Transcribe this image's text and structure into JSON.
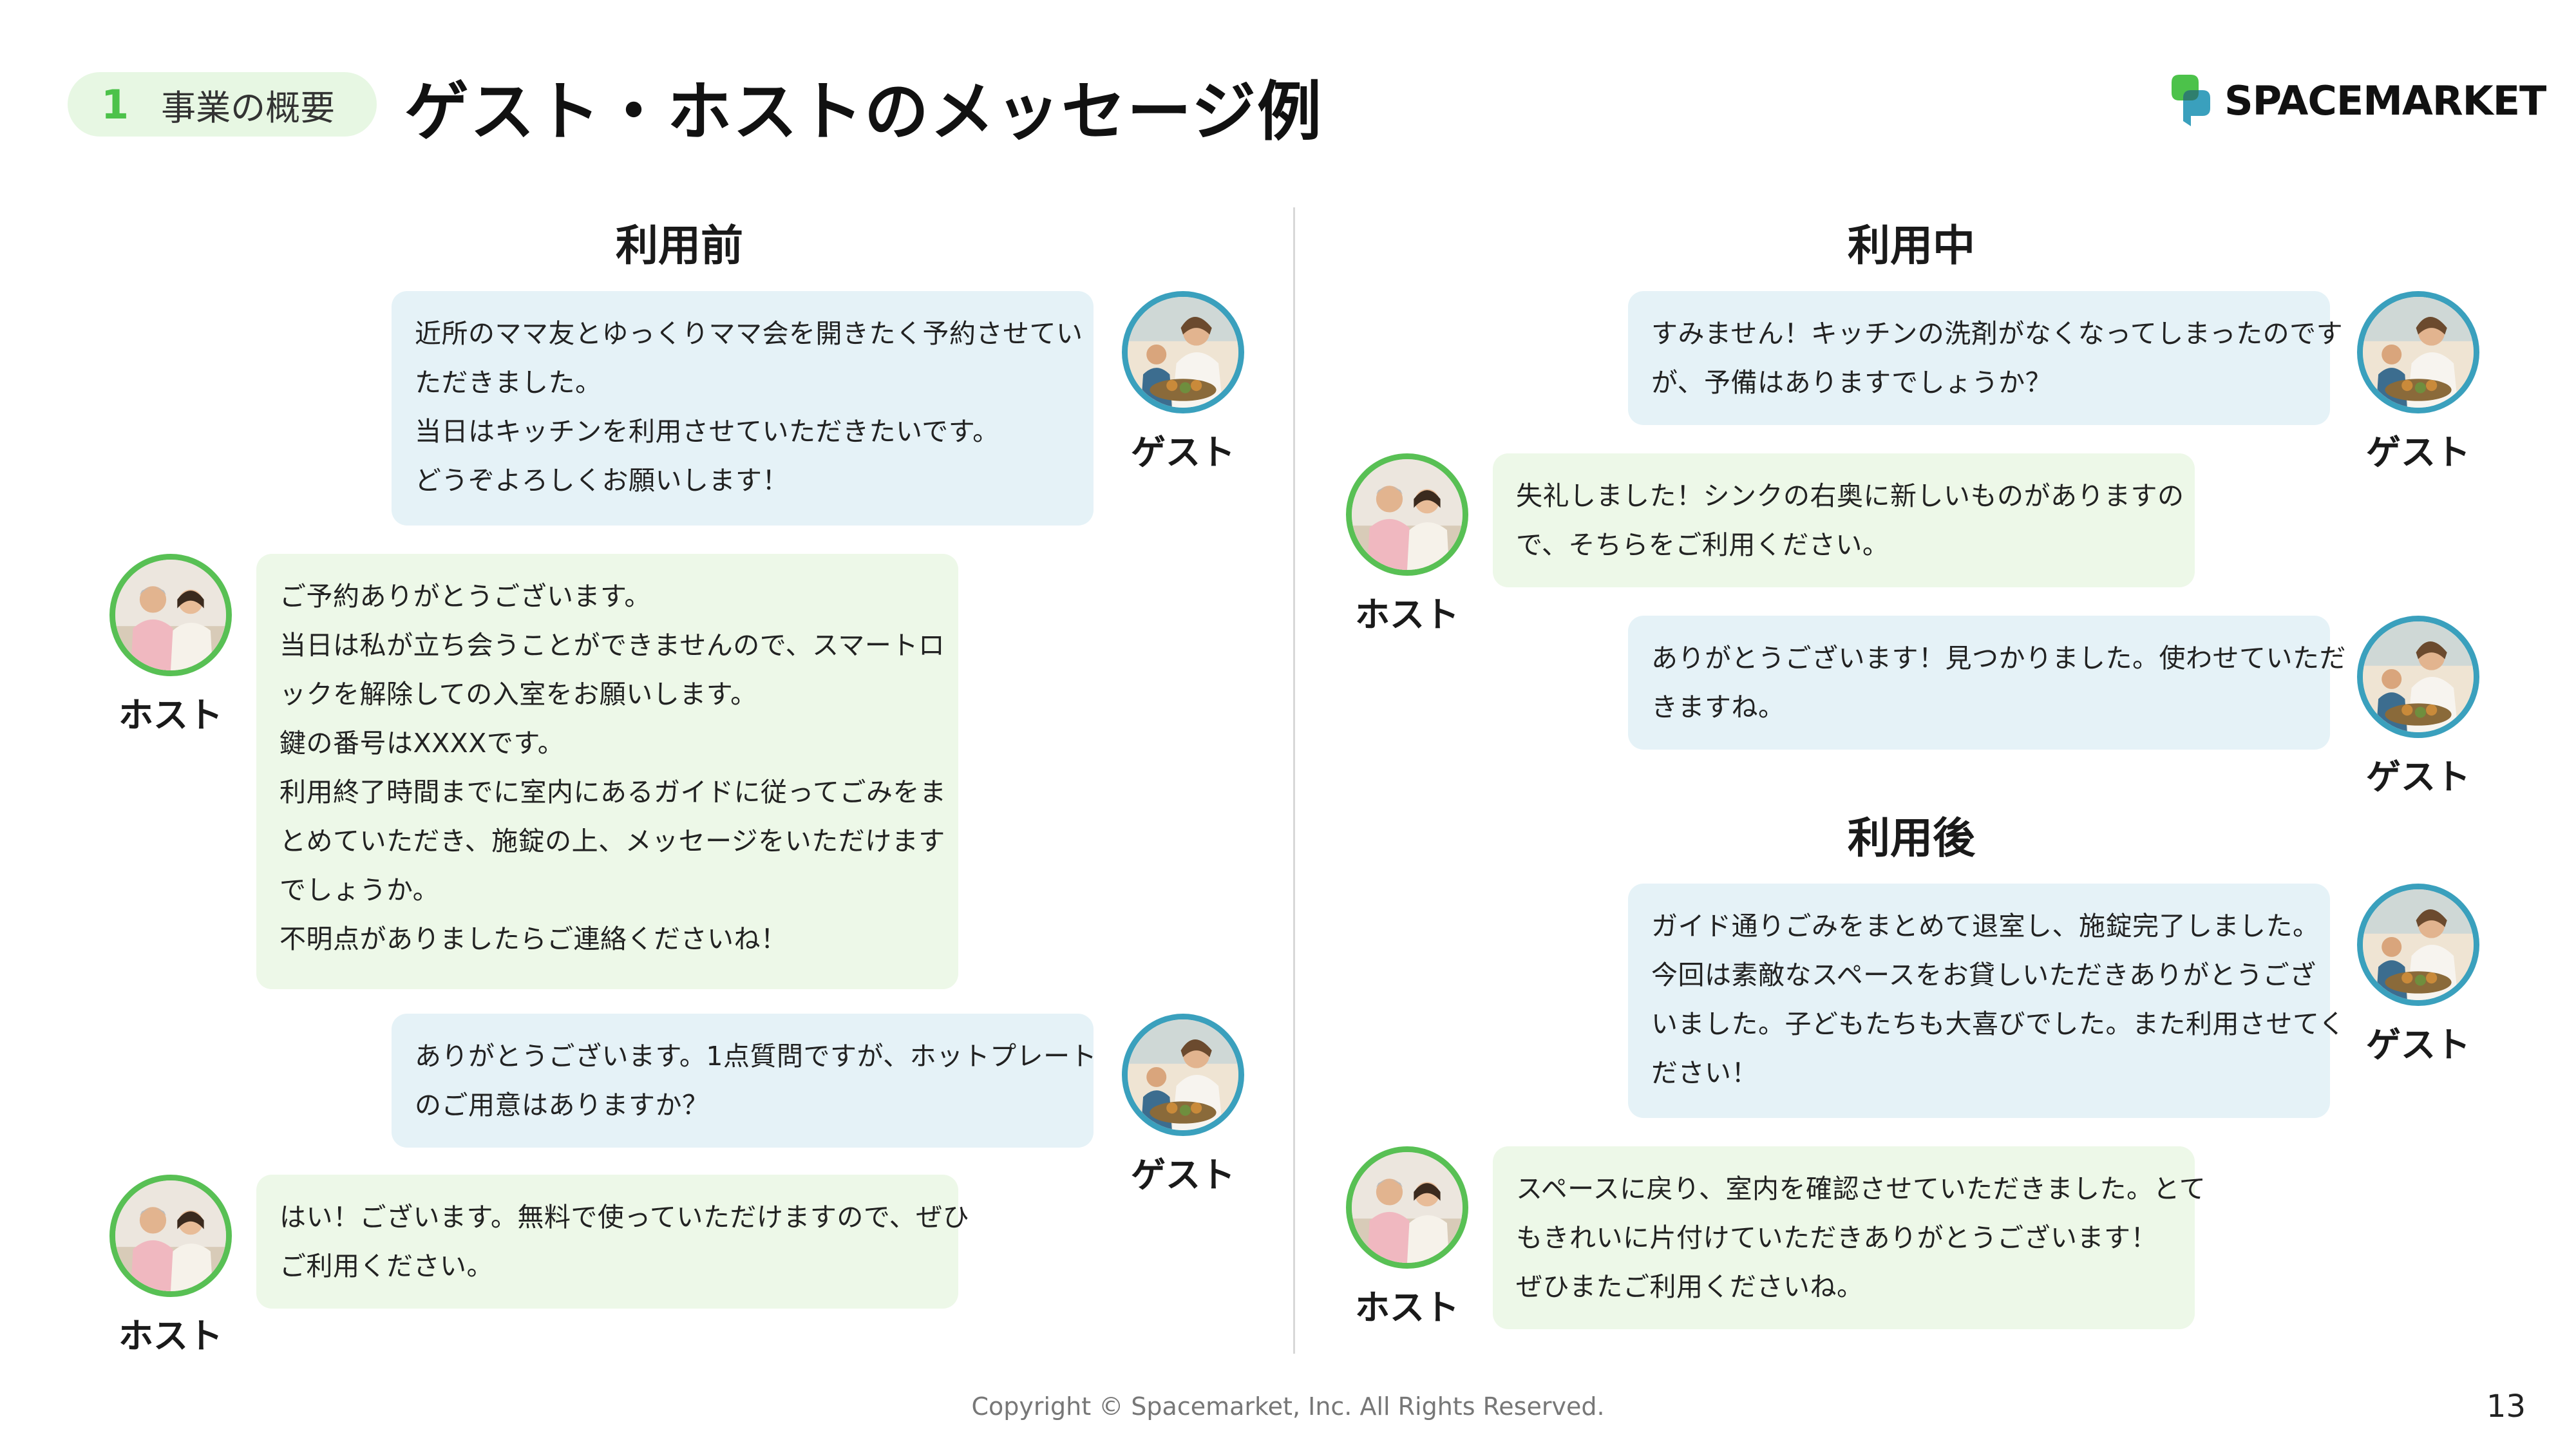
{
  "header": {
    "section_number": "1",
    "section_label": "事業の概要",
    "title": "ゲスト・ホストのメッセージ例",
    "brand": "SPACEMARKET"
  },
  "colors": {
    "guest_bubble": "#e5f2f7",
    "host_bubble": "#edf8e8",
    "guest_ring": "#3aa0bd",
    "host_ring": "#58c054",
    "accent_green": "#4cc24a"
  },
  "columns": {
    "before": "利用前",
    "during": "利用中",
    "after": "利用後"
  },
  "roles": {
    "guest": "ゲスト",
    "host": "ホスト"
  },
  "before": [
    {
      "role": "guest",
      "lines": [
        "近所のママ友とゆっくりママ会を開きたく予約させてい",
        "ただきました。",
        "当日はキッチンを利用させていただきたいです。",
        "どうぞよろしくお願いします！"
      ]
    },
    {
      "role": "host",
      "lines": [
        "ご予約ありがとうございます。",
        "当日は私が立ち会うことができませんので、スマートロ",
        "ックを解除しての入室をお願いします。",
        "鍵の番号はXXXXです。",
        "利用終了時間までに室内にあるガイドに従ってごみをま",
        "とめていただき、施錠の上、メッセージをいただけます",
        "でしょうか。",
        "不明点がありましたらご連絡くださいね！"
      ]
    },
    {
      "role": "guest",
      "lines": [
        "ありがとうございます。1点質問ですが、ホットプレート",
        "のご用意はありますか？"
      ]
    },
    {
      "role": "host",
      "lines": [
        "はい！ございます。無料で使っていただけますので、ぜひ",
        "ご利用ください。"
      ]
    }
  ],
  "during": [
    {
      "role": "guest",
      "lines": [
        "すみません！キッチンの洗剤がなくなってしまったのです",
        "が、予備はありますでしょうか？"
      ]
    },
    {
      "role": "host",
      "lines": [
        "失礼しました！シンクの右奥に新しいものがありますの",
        "で、そちらをご利用ください。"
      ]
    },
    {
      "role": "guest",
      "lines": [
        "ありがとうございます！見つかりました。使わせていただ",
        "きますね。"
      ]
    }
  ],
  "after": [
    {
      "role": "guest",
      "lines": [
        "ガイド通りごみをまとめて退室し、施錠完了しました。",
        "今回は素敵なスペースをお貸しいただきありがとうござ",
        "いました。子どもたちも大喜びでした。また利用させてく",
        "ださい！"
      ]
    },
    {
      "role": "host",
      "lines": [
        "スペースに戻り、室内を確認させていただきました。とて",
        "もきれいに片付けていただきありがとうございます！",
        "ぜひまたご利用くださいね。"
      ]
    }
  ],
  "footer": {
    "copyright": "Copyright © Spacemarket, Inc. All Rights Reserved.",
    "page_number": "13"
  }
}
